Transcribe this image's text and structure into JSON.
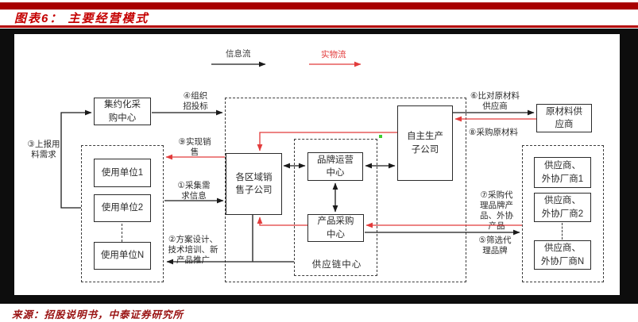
{
  "header": {
    "title": "图表6： 主要经营模式"
  },
  "legend": {
    "info_flow": "信息流",
    "physical_flow": "实物流"
  },
  "colors": {
    "info_flow_line": "#1a1a1a",
    "physical_flow_line": "#e23b3b",
    "accent_red": "#c40000"
  },
  "boxes": {
    "central_procurement": "集约化采\n购中心",
    "user_unit_1": "使用单位1",
    "user_unit_2": "使用单位2",
    "user_unit_n": "使用单位N",
    "regional_sales": "各区域销\n售子公司",
    "brand_operation": "品牌运营\n中心",
    "product_procurement": "产品采购\n中心",
    "self_production": "自主生产\n子公司",
    "raw_material_supplier": "原材料供\n应商",
    "supplier_1": "供应商、\n外协厂商1",
    "supplier_2": "供应商、\n外协厂商2",
    "supplier_n": "供应商、\n外协厂商N",
    "supply_chain_center": "供应链中心"
  },
  "annotations": {
    "a1": "①采集需\n求信息",
    "a2": "②方案设计、\n技术培训、新\n产品推广",
    "a3": "③上报用\n料需求",
    "a4": "④组织\n招投标",
    "a5": "⑤筛选代\n理品牌",
    "a6": "⑥比对原材料\n供应商",
    "a7": "⑦采购代\n理品牌产\n品、外协\n产品",
    "a8": "⑧采购原材料",
    "a9": "⑨实现销\n售"
  },
  "footer": {
    "source": "来源：招股说明书，中泰证券研究所"
  }
}
